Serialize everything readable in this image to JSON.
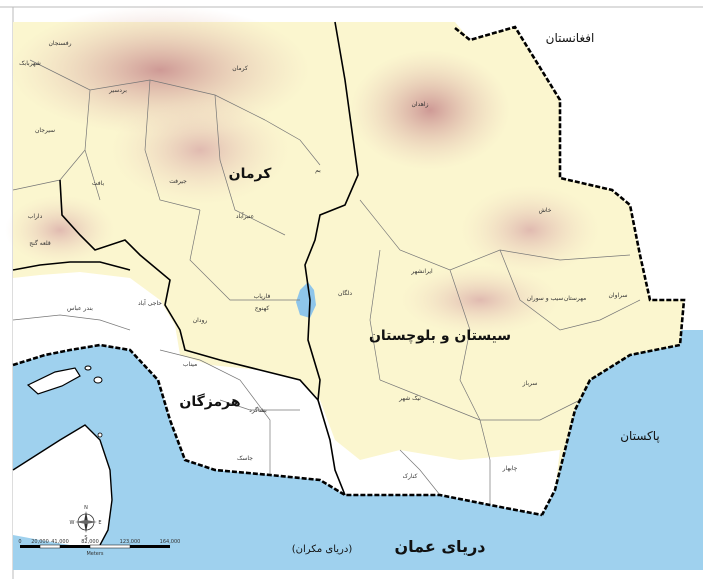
{
  "map": {
    "colors": {
      "sea": "#9fd1ee",
      "land_lowland": "#fbf6cf",
      "land_coastal": "#ffffff",
      "relief": "#d9a9a8",
      "border_thick": "#000000",
      "border_thin": "#666666",
      "lake": "#8ec5ea"
    },
    "labels": {
      "afghanistan": "افغانستان",
      "pakistan": "پاکستان",
      "kerman_province": "کرمان",
      "hormozgan_province": "هرمزگان",
      "sistan_province": "سیستان و بلوچستان",
      "sea_main": "دریای عمان",
      "sea_sub": "(دریای مکران)"
    },
    "cities": {
      "rafsanjan": "رفسنجان",
      "shahrbabak": "شهربابک",
      "bardsir": "بردسیر",
      "sirjan": "سیرجان",
      "baft": "بافت",
      "jiroft": "جیرفت",
      "kerman": "کرمان",
      "bam": "بم",
      "zahedan": "زاهدان",
      "khash": "خاش",
      "iranshahr": "ایرانشهر",
      "saravan": "سراوان",
      "sib_suran": "سیب و سوران",
      "mehrestan": "مهرستان",
      "sarbaz": "سرباز",
      "nikshahr": "نیک شهر",
      "konarak": "کنارک",
      "chabahar": "چابهار",
      "delgan": "دلگان",
      "faryab": "فاریاب",
      "kahnuj": "کهنوج",
      "rudan": "رودان",
      "minab": "میناب",
      "jask": "جاسک",
      "bashagard": "بشاگرد",
      "hajiabad": "حاجی آباد",
      "bandar_abbas": "بندر عباس",
      "darab": "داراب",
      "qaleh_ganj": "قلعه گنج",
      "anbarabad": "عنبرآباد"
    },
    "scale": {
      "ticks": [
        "0",
        "20,000",
        "41,000",
        "82,000",
        "123,000",
        "164,000"
      ],
      "unit": "Meters"
    },
    "compass": {
      "n": "N",
      "s": "S",
      "e": "E",
      "w": "W"
    }
  }
}
